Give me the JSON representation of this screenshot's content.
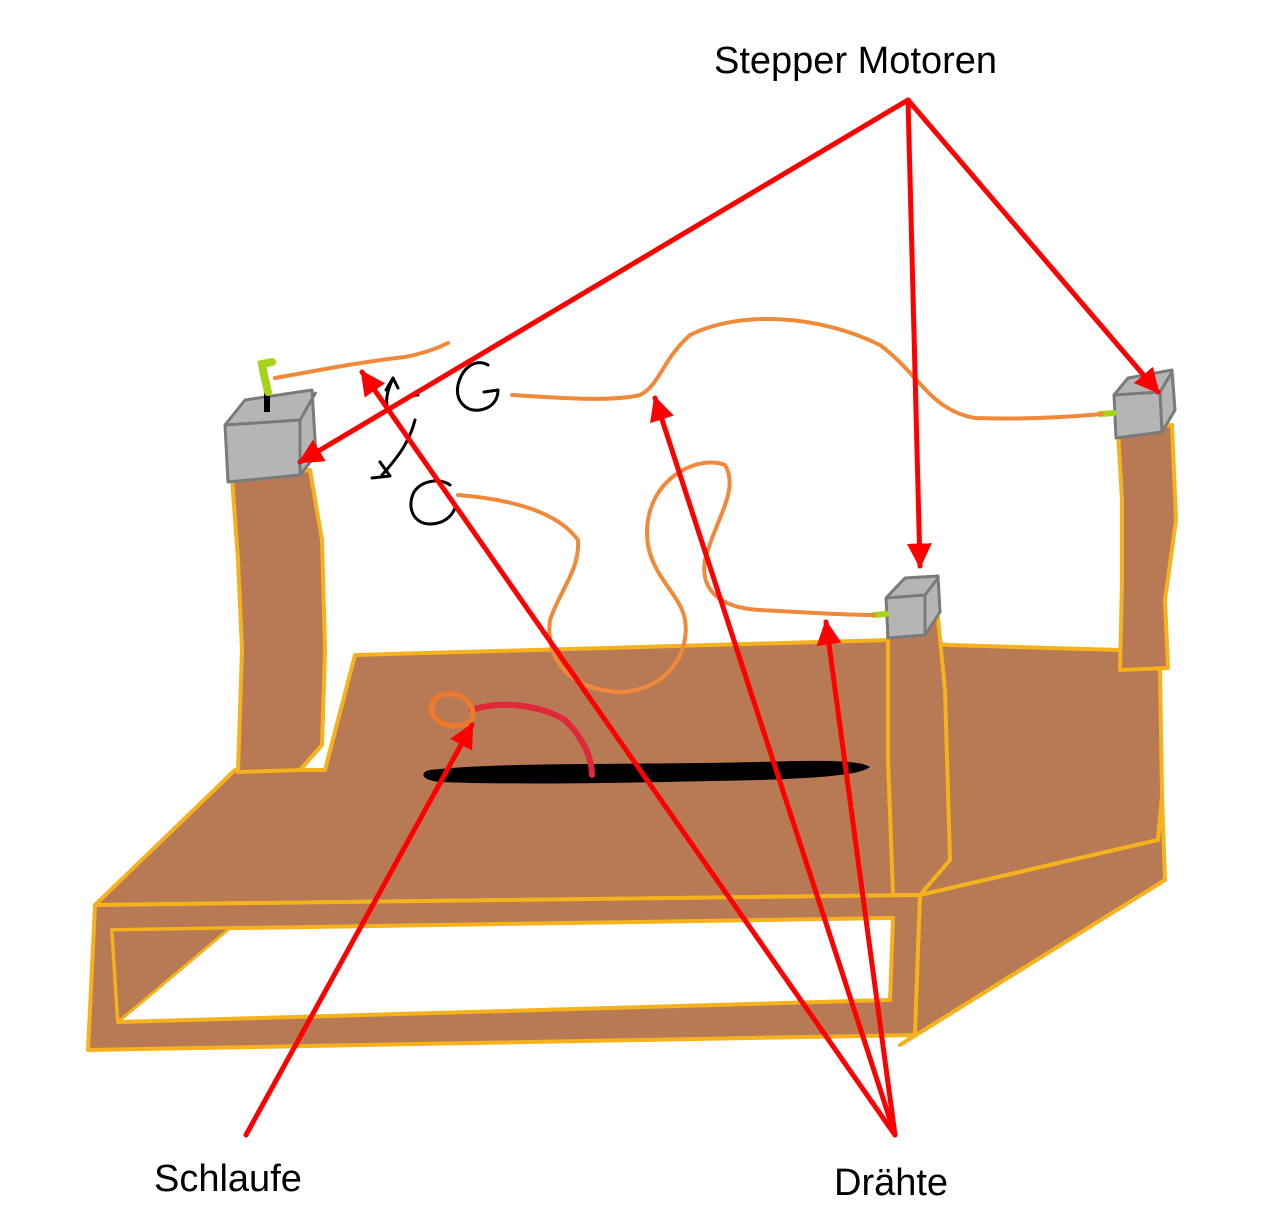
{
  "labels": {
    "stepper_motors": "Stepper Motoren",
    "loop": "Schlaufe",
    "wires": "Drähte"
  },
  "colors": {
    "wood": "#b87955",
    "outline": "#f5b21c",
    "motor": "#b5b5b5",
    "motor_edge": "#7a7a7a",
    "shaft": "#a6d418",
    "wire": "#f08a3a",
    "loop_wire": "#e0283a",
    "loop_ring": "#f07a2a",
    "slot": "#000000",
    "arrow": "#ff0000",
    "sketch": "#000000"
  }
}
